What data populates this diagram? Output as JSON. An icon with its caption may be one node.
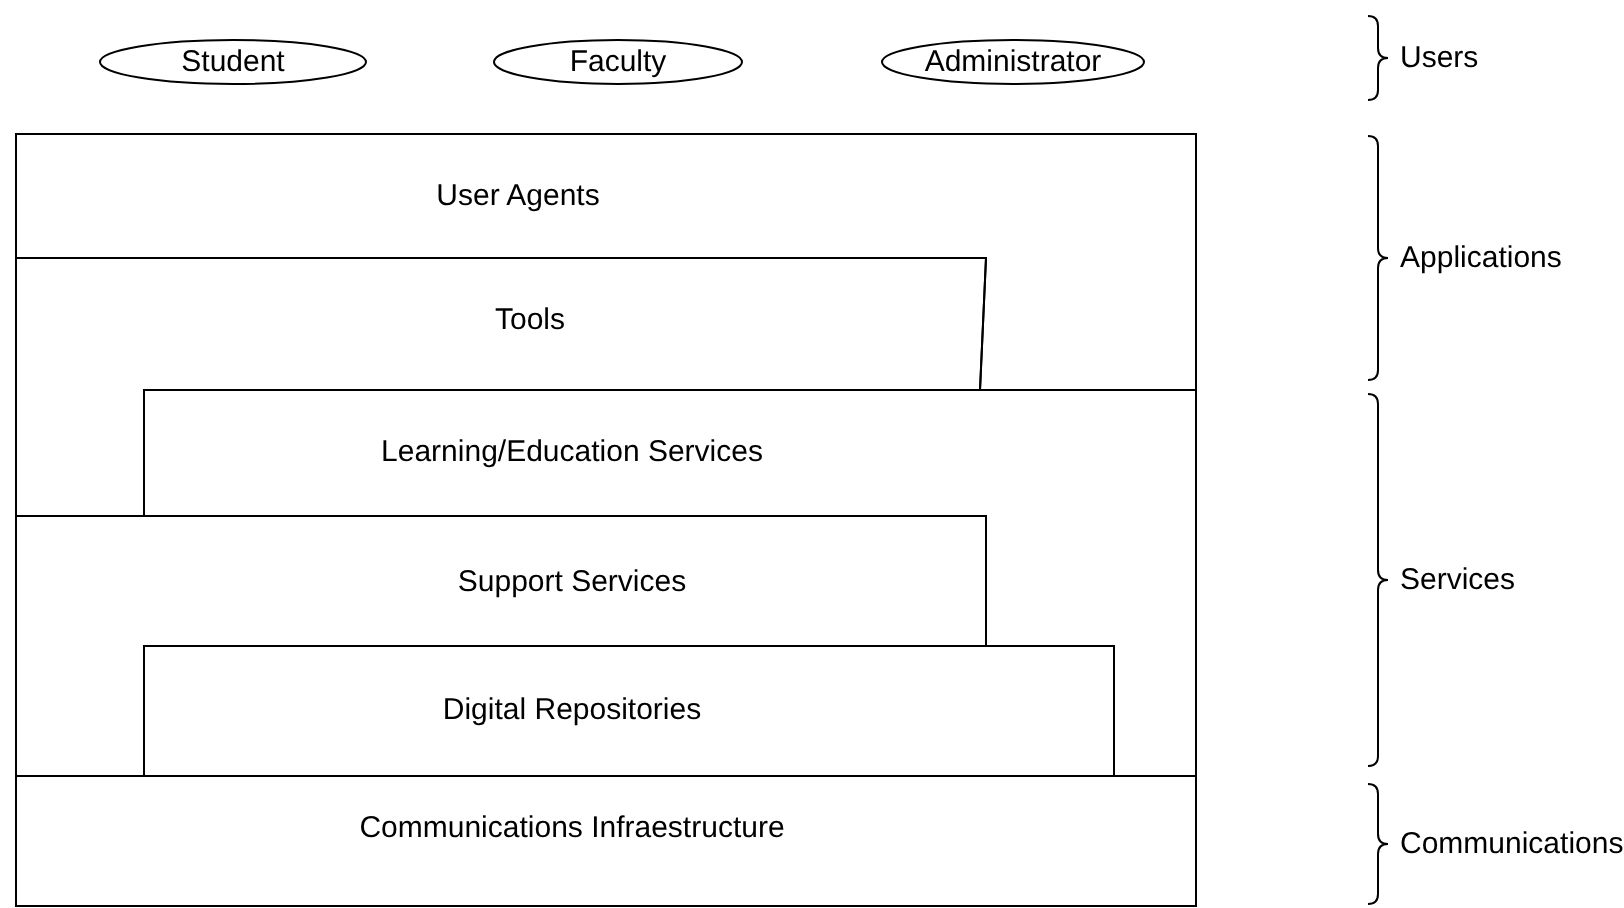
{
  "diagram": {
    "nodes": [
      {
        "text": [
          "Student"
        ]
      },
      {
        "text": [
          "Faculty"
        ]
      },
      {
        "text": [
          "Administrator"
        ]
      },
      {
        "text": [
          "User Agents"
        ]
      },
      {
        "text": [
          "Tools"
        ]
      },
      {
        "text": [
          "Learning/Education Services"
        ]
      },
      {
        "text": [
          "Support Services"
        ]
      },
      {
        "text": [
          "Digital Repositories"
        ]
      },
      {
        "text": [
          "Communications Infraestructure"
        ]
      }
    ],
    "edges": [],
    "labels": [
      "Users",
      "Applications",
      "Services",
      "Communications"
    ]
  }
}
